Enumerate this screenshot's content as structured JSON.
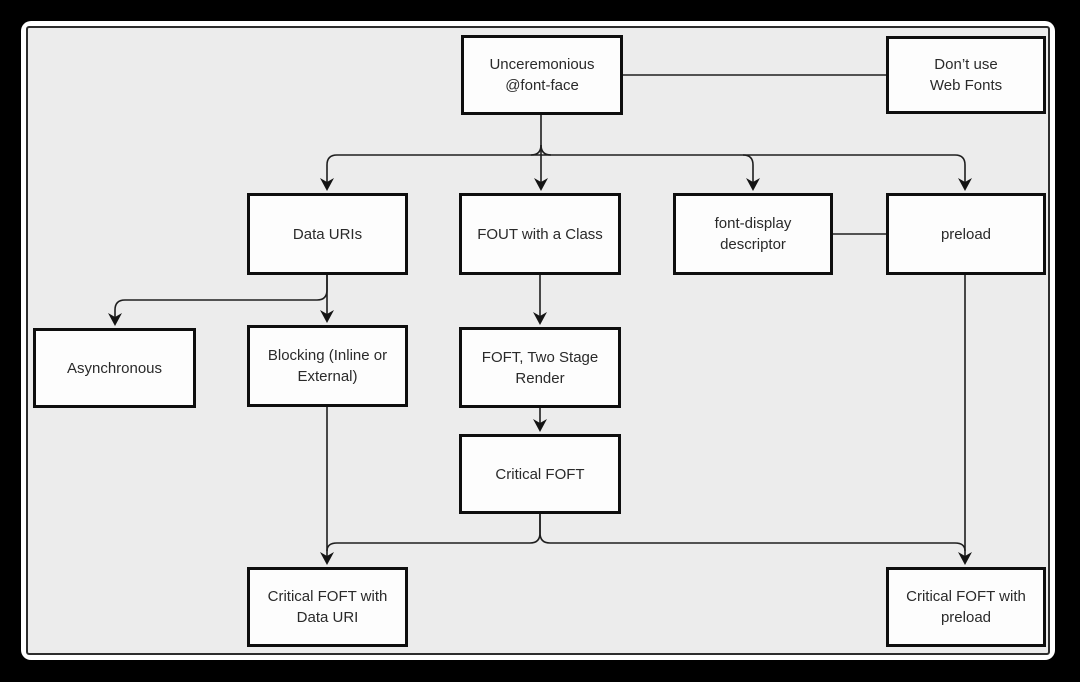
{
  "palette": {
    "page_background": "#000000",
    "frame_border": "#ffffff",
    "inner_border": "#2d2d2d",
    "canvas_background": "#ececec",
    "node_fill": "#fdfdfd",
    "node_border": "#0e0e0e",
    "line_color": "#1e1e1e",
    "text_color": "#2a2a2a"
  },
  "diagram": {
    "type": "flowchart",
    "nodes": [
      {
        "id": "unceremonious-font-face",
        "label": "Unceremonious\n@font-face"
      },
      {
        "id": "dont-use-web-fonts",
        "label": "Don’t use\nWeb Fonts"
      },
      {
        "id": "data-uris",
        "label": "Data URIs"
      },
      {
        "id": "fout-with-a-class",
        "label": "FOUT with a Class"
      },
      {
        "id": "font-display-descriptor",
        "label": "font-display\ndescriptor"
      },
      {
        "id": "preload",
        "label": "preload"
      },
      {
        "id": "asynchronous",
        "label": "Asynchronous"
      },
      {
        "id": "blocking-inline-or-external",
        "label": "Blocking (Inline or\nExternal)"
      },
      {
        "id": "foft-two-stage-render",
        "label": "FOFT, Two Stage\nRender"
      },
      {
        "id": "critical-foft",
        "label": "Critical FOFT"
      },
      {
        "id": "critical-foft-with-data-uri",
        "label": "Critical FOFT with\nData URI"
      },
      {
        "id": "critical-foft-with-preload",
        "label": "Critical FOFT with\npreload"
      }
    ],
    "edges": [
      {
        "from": "unceremonious-font-face",
        "to": "dont-use-web-fonts",
        "style": "plain"
      },
      {
        "from": "unceremonious-font-face",
        "to": "data-uris",
        "style": "arrow"
      },
      {
        "from": "unceremonious-font-face",
        "to": "fout-with-a-class",
        "style": "arrow"
      },
      {
        "from": "unceremonious-font-face",
        "to": "font-display-descriptor",
        "style": "arrow"
      },
      {
        "from": "unceremonious-font-face",
        "to": "preload",
        "style": "arrow"
      },
      {
        "from": "font-display-descriptor",
        "to": "preload",
        "style": "plain"
      },
      {
        "from": "data-uris",
        "to": "asynchronous",
        "style": "arrow"
      },
      {
        "from": "data-uris",
        "to": "blocking-inline-or-external",
        "style": "arrow"
      },
      {
        "from": "fout-with-a-class",
        "to": "foft-two-stage-render",
        "style": "arrow"
      },
      {
        "from": "foft-two-stage-render",
        "to": "critical-foft",
        "style": "arrow"
      },
      {
        "from": "critical-foft",
        "to": "critical-foft-with-data-uri",
        "style": "arrow"
      },
      {
        "from": "critical-foft",
        "to": "critical-foft-with-preload",
        "style": "arrow"
      },
      {
        "from": "blocking-inline-or-external",
        "to": "critical-foft-with-data-uri",
        "style": "arrow"
      },
      {
        "from": "preload",
        "to": "critical-foft-with-preload",
        "style": "arrow"
      }
    ]
  }
}
